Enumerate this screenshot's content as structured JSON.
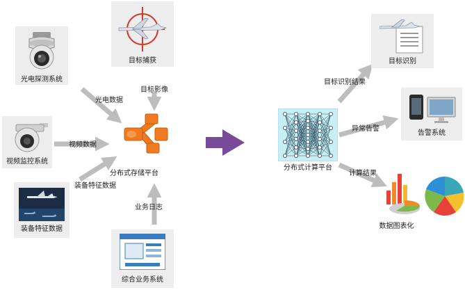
{
  "sources": {
    "optical": {
      "label": "光电探测系统",
      "icon": "surveillance-camera-icon"
    },
    "video": {
      "label": "视频监控系统",
      "icon": "dome-camera-icon"
    },
    "equipment": {
      "label": "装备特征数据",
      "icon": "drone-screen-icon"
    },
    "target": {
      "label": "目标捕获",
      "icon": "drone-crosshair-icon"
    },
    "business": {
      "label": "综合业务系统",
      "icon": "business-window-icon"
    }
  },
  "flows": {
    "optical": "光电数据",
    "video": "视频数据",
    "equipment": "装备特征数据",
    "target": "目标影像",
    "business": "业务日志"
  },
  "storage": {
    "label": "分布式存储平台",
    "icon": "storage-network-icon",
    "color": "#f07a22"
  },
  "compute": {
    "label": "分布式计算平台",
    "icon": "neural-network-icon",
    "color": "#c8eef6"
  },
  "main_arrow_color": "#7a4a9a",
  "outputs": {
    "recognition": {
      "flow": "目标识别结果",
      "label": "目标识别",
      "icon": "drone-document-icon"
    },
    "alert": {
      "flow": "异常告警",
      "label": "告警系统",
      "icon": "phone-monitor-icon"
    },
    "viz": {
      "flow": "计算结果",
      "label": "数据图表化",
      "icon": "charts-icon"
    }
  }
}
